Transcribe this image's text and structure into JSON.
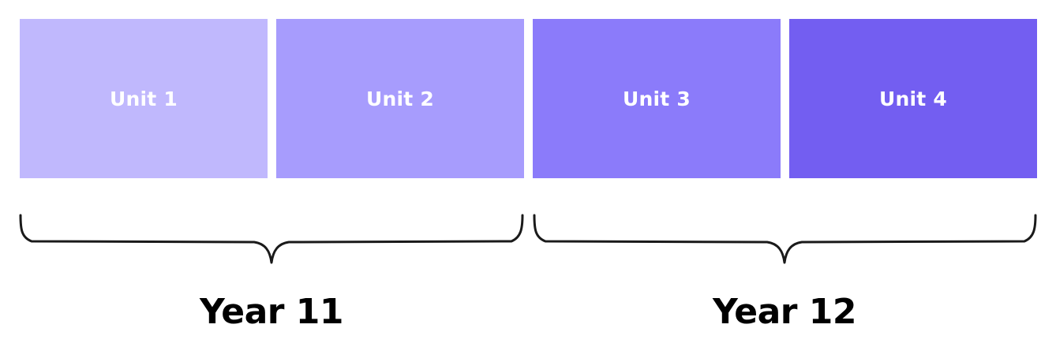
{
  "units": [
    {
      "label": "Unit 1",
      "color": "#c0b8fd"
    },
    {
      "label": "Unit 2",
      "color": "#a79cfd"
    },
    {
      "label": "Unit 3",
      "color": "#8b7bfa"
    },
    {
      "label": "Unit 4",
      "color": "#735ef1"
    }
  ],
  "years": [
    {
      "label": "Year 11"
    },
    {
      "label": "Year 12"
    }
  ],
  "brace_color": "#1a1a1a"
}
